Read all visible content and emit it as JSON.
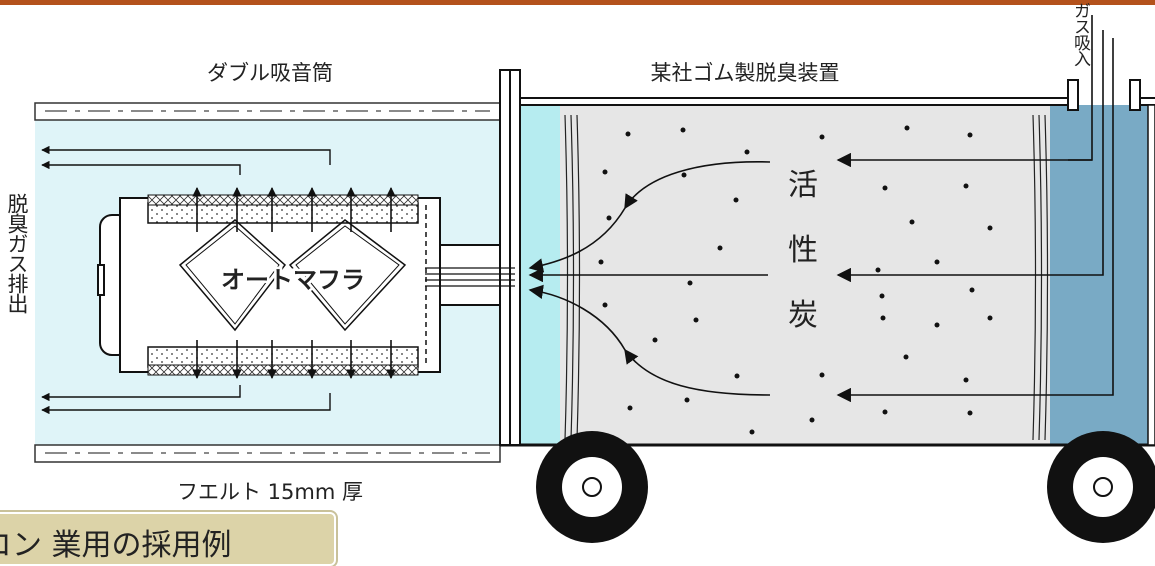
{
  "labels": {
    "double_silencer": "ダブル吸音筒",
    "deodorizer": "某社ゴム製脱臭装置",
    "felt": "フエルト 15mm 厚",
    "exhaust": "脱臭ガス排出",
    "intake": "ガス吸入",
    "muffler": "オートマフラ",
    "carbon": [
      "活",
      "性",
      "炭"
    ],
    "banner": "コン 業用の採用例"
  },
  "colors": {
    "top_bar": "#b4521c",
    "silencer_fill": "#dff4f8",
    "carbon_fill": "#e6e6e6",
    "left_chamber": "#b6ecf0",
    "right_chamber": "#79aac5",
    "banner_fill": "#dcd3a8"
  }
}
